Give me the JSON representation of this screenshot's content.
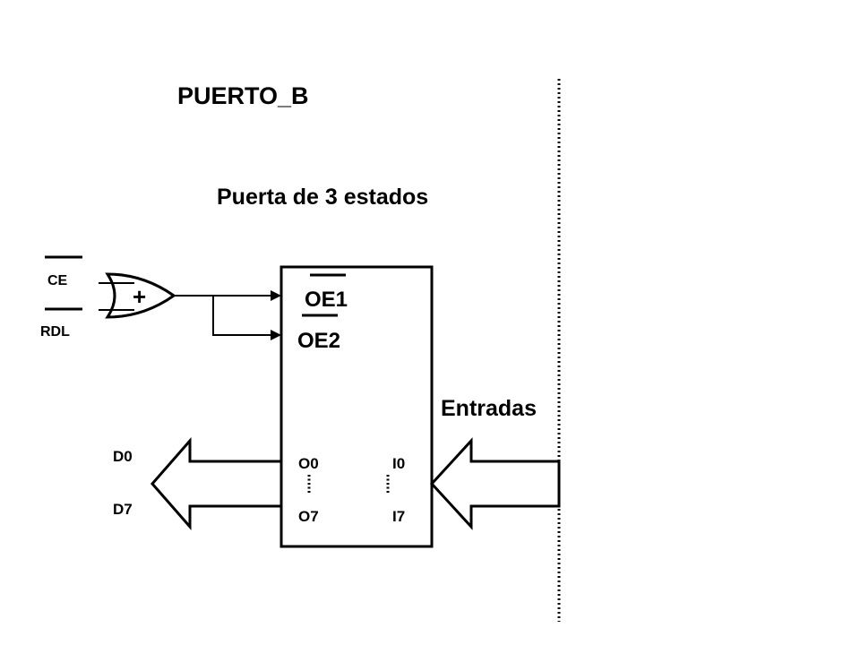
{
  "title": "PUERTO_B",
  "subtitle": "Puerta de 3 estados",
  "inputs": {
    "ce": "CE",
    "rdl": "RDL"
  },
  "gate": {
    "symbol": "+"
  },
  "block": {
    "oe1": "OE1",
    "oe2": "OE2",
    "o0": "O0",
    "o7": "O7",
    "i0": "I0",
    "i7": "I7"
  },
  "bus_out": {
    "d0": "D0",
    "d7": "D7"
  },
  "bus_in": {
    "label": "Entradas"
  },
  "colors": {
    "stroke": "#000000",
    "background": "#ffffff"
  }
}
